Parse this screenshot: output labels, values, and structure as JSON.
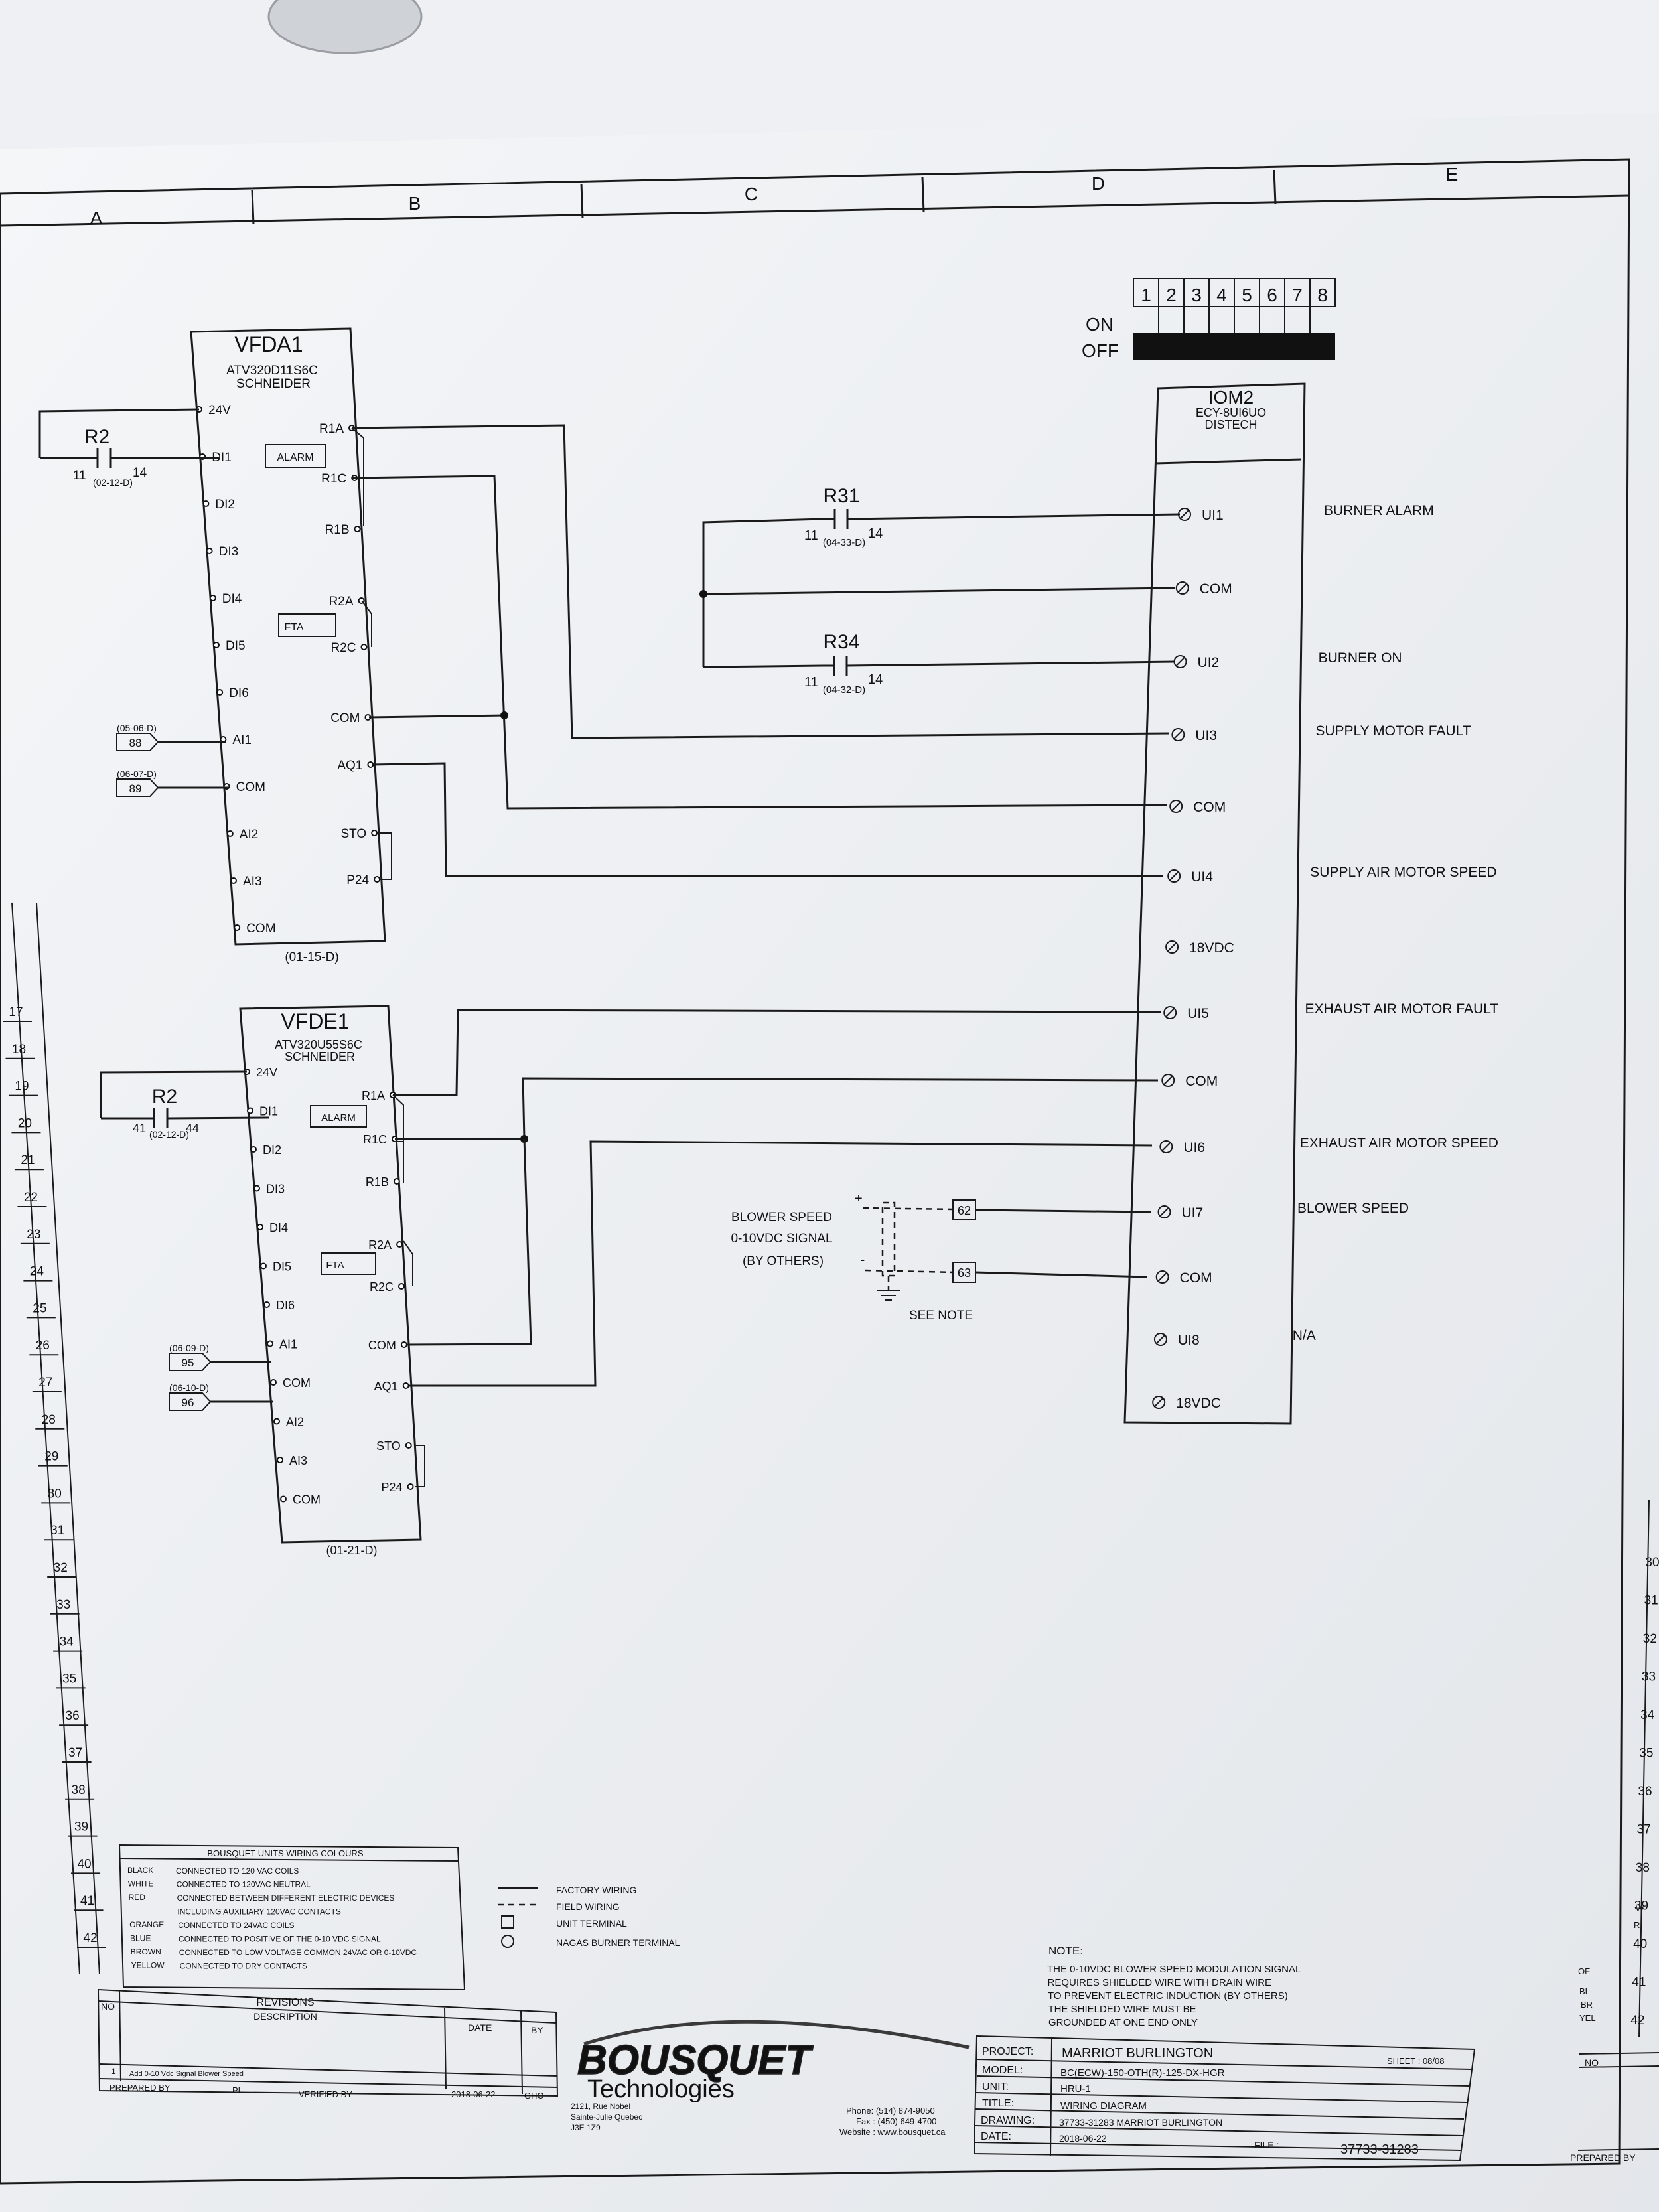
{
  "columns": [
    "A",
    "B",
    "C",
    "D",
    "E"
  ],
  "row_numbers": [
    "17",
    "18",
    "19",
    "20",
    "21",
    "22",
    "23",
    "24",
    "25",
    "26",
    "27",
    "28",
    "29",
    "30",
    "31",
    "32",
    "33",
    "34",
    "35",
    "36",
    "37",
    "38",
    "39",
    "40",
    "41",
    "42"
  ],
  "right_row_numbers": [
    "30",
    "31",
    "32",
    "33",
    "34",
    "35",
    "36",
    "37",
    "38",
    "39",
    "40",
    "41",
    "42"
  ],
  "dip_switch": {
    "on_label": "ON",
    "off_label": "OFF",
    "positions": [
      "1",
      "2",
      "3",
      "4",
      "5",
      "6",
      "7",
      "8"
    ]
  },
  "vfda1": {
    "name": "VFDA1",
    "model": "ATV320D11S6C",
    "maker": "SCHNEIDER",
    "ref": "(01-15-D)",
    "left_pins": [
      "24V",
      "DI1",
      "DI2",
      "DI3",
      "DI4",
      "DI5",
      "DI6",
      "AI1",
      "COM",
      "AI2",
      "AI3",
      "COM"
    ],
    "right_pins": [
      "R1A",
      "R1C",
      "R1B",
      "R2A",
      "R2C",
      "COM",
      "AQ1",
      "STO",
      "P24"
    ],
    "alarm_tag": "ALARM",
    "fta_tag": "FTA",
    "relay": {
      "name": "R2",
      "left": "11",
      "right": "14",
      "ref": "(02-12-D)"
    },
    "tags": [
      {
        "ref": "(05-06-D)",
        "num": "88"
      },
      {
        "ref": "(06-07-D)",
        "num": "89"
      }
    ]
  },
  "vfde1": {
    "name": "VFDE1",
    "model": "ATV320U55S6C",
    "maker": "SCHNEIDER",
    "ref": "(01-21-D)",
    "left_pins": [
      "24V",
      "DI1",
      "DI2",
      "DI3",
      "DI4",
      "DI5",
      "DI6",
      "AI1",
      "COM",
      "AI2",
      "AI3",
      "COM"
    ],
    "right_pins": [
      "R1A",
      "R1C",
      "R1B",
      "R2A",
      "R2C",
      "COM",
      "AQ1",
      "STO",
      "P24"
    ],
    "alarm_tag": "ALARM",
    "fta_tag": "FTA",
    "relay": {
      "name": "R2",
      "left": "41",
      "right": "44",
      "ref": "(02-12-D)"
    },
    "tags": [
      {
        "ref": "(06-09-D)",
        "num": "95"
      },
      {
        "ref": "(06-10-D)",
        "num": "96"
      }
    ]
  },
  "iom2": {
    "name": "IOM2",
    "model": "ECY-8UI6UO",
    "maker": "DISTECH",
    "terminals": [
      "UI1",
      "COM",
      "UI2",
      "UI3",
      "COM",
      "UI4",
      "18VDC",
      "UI5",
      "COM",
      "UI6",
      "UI7",
      "COM",
      "UI8",
      "18VDC"
    ],
    "functions": [
      {
        "idx": 0,
        "label": "BURNER ALARM"
      },
      {
        "idx": 2,
        "label": "BURNER ON"
      },
      {
        "idx": 3,
        "label": "SUPPLY MOTOR FAULT"
      },
      {
        "idx": 5,
        "label": "SUPPLY AIR MOTOR SPEED"
      },
      {
        "idx": 7,
        "label": "EXHAUST AIR MOTOR FAULT"
      },
      {
        "idx": 9,
        "label": "EXHAUST AIR MOTOR SPEED"
      },
      {
        "idx": 10,
        "label": "BLOWER SPEED"
      },
      {
        "idx": 12,
        "label": "N/A"
      }
    ]
  },
  "r31": {
    "name": "R31",
    "left": "11",
    "right": "14",
    "ref": "(04-33-D)"
  },
  "r34": {
    "name": "R34",
    "left": "11",
    "right": "14",
    "ref": "(04-32-D)"
  },
  "blower_signal": {
    "line1": "BLOWER SPEED",
    "line2": "0-10VDC SIGNAL",
    "line3": "(BY OTHERS)",
    "plus": "+",
    "minus": "-",
    "t62": "62",
    "t63": "63",
    "see_note": "SEE NOTE"
  },
  "wiring_colours": {
    "title": "BOUSQUET UNITS WIRING COLOURS",
    "rows": [
      {
        "c": "BLACK",
        "d": "CONNECTED TO 120 VAC COILS"
      },
      {
        "c": "WHITE",
        "d": "CONNECTED TO 120VAC NEUTRAL"
      },
      {
        "c": "RED",
        "d": "CONNECTED BETWEEN DIFFERENT ELECTRIC DEVICES"
      },
      {
        "c": "",
        "d": "INCLUDING AUXILIARY 120VAC CONTACTS"
      },
      {
        "c": "ORANGE",
        "d": "CONNECTED TO 24VAC COILS"
      },
      {
        "c": "BLUE",
        "d": "CONNECTED TO POSITIVE OF THE 0-10 VDC SIGNAL"
      },
      {
        "c": "BROWN",
        "d": "CONNECTED TO LOW VOLTAGE COMMON 24VAC OR 0-10VDC"
      },
      {
        "c": "YELLOW",
        "d": "CONNECTED TO DRY CONTACTS"
      }
    ]
  },
  "legend": [
    {
      "sym": "solid",
      "label": "FACTORY WIRING"
    },
    {
      "sym": "dash",
      "label": "FIELD WIRING"
    },
    {
      "sym": "square",
      "label": "UNIT TERMINAL"
    },
    {
      "sym": "circle",
      "label": "NAGAS BURNER TERMINAL"
    }
  ],
  "note": {
    "title": "NOTE:",
    "lines": [
      "THE 0-10VDC BLOWER SPEED MODULATION SIGNAL",
      "REQUIRES SHIELDED WIRE WITH DRAIN WIRE",
      "TO PREVENT ELECTRIC INDUCTION (BY OTHERS)",
      "THE SHIELDED WIRE MUST BE",
      "GROUNDED AT ONE END ONLY"
    ]
  },
  "revisions": {
    "title": "REVISIONS",
    "no": "NO",
    "desc": "DESCRIPTION",
    "date": "DATE",
    "by": "BY",
    "row": {
      "no": "1",
      "desc": "Add 0-10 Vdc Signal Blower Speed",
      "date": "2018-06-22",
      "by": "GHO"
    },
    "prepared": "PREPARED BY",
    "pl": "PL",
    "verified": "VERIFIED BY"
  },
  "company": {
    "name1": "BOUSQUET",
    "name2": "Technologies",
    "addr": [
      "2121, Rue Nobel",
      "Sainte-Julie Quebec",
      "J3E 1Z9"
    ],
    "phone": "Phone: (514) 874-9050",
    "fax": "Fax : (450) 649-4700",
    "web": "Website : www.bousquet.ca"
  },
  "title_block": {
    "project_k": "PROJECT:",
    "project_v": "MARRIOT BURLINGTON",
    "model_k": "MODEL:",
    "model_v": "BC(ECW)-150-OTH(R)-125-DX-HGR",
    "unit_k": "UNIT:",
    "unit_v": "HRU-1",
    "title_k": "TITLE:",
    "title_v": "WIRING DIAGRAM",
    "drawing_k": "DRAWING:",
    "drawing_v": "37733-31283 MARRIOT BURLINGTON",
    "date_k": "DATE:",
    "date_v": "2018-06-22",
    "sheet": "SHEET : 08/08",
    "file_k": "FILE :",
    "file_v": "37733-31283"
  },
  "next_sheet": {
    "no": "NO",
    "prepared": "PREPARED BY",
    "fragments": [
      "OF",
      "BL",
      "BR",
      "YEL",
      "W",
      "R"
    ]
  }
}
